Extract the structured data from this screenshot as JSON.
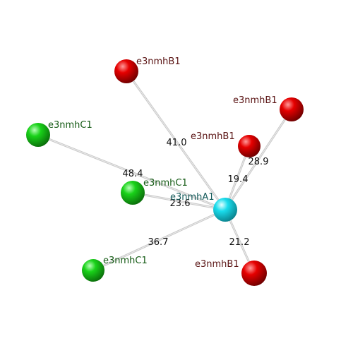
{
  "colors": {
    "red": "#dd0000",
    "green": "#11cc11",
    "cyan": "#11d8e8",
    "label_red": "#5a1414",
    "label_green": "#145a14",
    "label_cyan": "#145a5a"
  },
  "nodes": [
    {
      "id": "A1",
      "label": "e3nmhA1",
      "color": "cyan"
    },
    {
      "id": "B1a",
      "label": "e3nmhB1",
      "color": "red"
    },
    {
      "id": "B1b",
      "label": "e3nmhB1",
      "color": "red"
    },
    {
      "id": "B1c",
      "label": "e3nmhB1",
      "color": "red"
    },
    {
      "id": "B1d",
      "label": "e3nmhB1",
      "color": "red"
    },
    {
      "id": "C1a",
      "label": "e3nmhC1",
      "color": "green"
    },
    {
      "id": "C1b",
      "label": "e3nmhC1",
      "color": "green"
    },
    {
      "id": "C1c",
      "label": "e3nmhC1",
      "color": "green"
    }
  ],
  "edges": [
    {
      "from": "A1",
      "to": "B1a",
      "label": "41.0"
    },
    {
      "from": "A1",
      "to": "B1b",
      "label": "28.9"
    },
    {
      "from": "A1",
      "to": "B1c",
      "label": "19.4"
    },
    {
      "from": "A1",
      "to": "B1d",
      "label": "21.2"
    },
    {
      "from": "A1",
      "to": "C1a",
      "label": "48.4"
    },
    {
      "from": "A1",
      "to": "C1b",
      "label": "23.6"
    },
    {
      "from": "A1",
      "to": "C1c",
      "label": "36.7"
    }
  ]
}
